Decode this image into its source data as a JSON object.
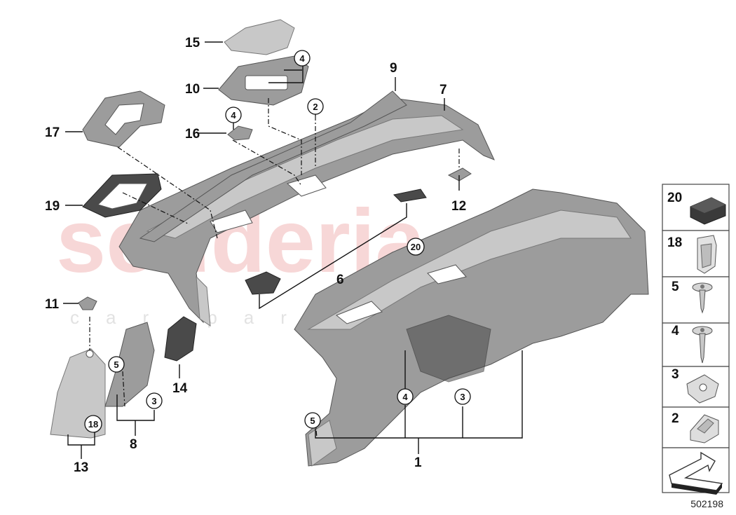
{
  "watermark": {
    "brand": "scuderia",
    "sub": "car parts"
  },
  "callouts": {
    "p1": "1",
    "p4a": "4",
    "p3a": "3",
    "p5a": "5",
    "p6": "6",
    "p7": "7",
    "p8": "8",
    "p9": "9",
    "p10": "10",
    "p11": "11",
    "p12": "12",
    "p13": "13",
    "p14": "14",
    "p15": "15",
    "p16": "16",
    "p17": "17",
    "p19": "19"
  },
  "circled": {
    "c4top": "4",
    "c2top": "2",
    "c4mid": "4",
    "c20": "20",
    "c5left": "5",
    "c3left": "3",
    "c18": "18",
    "c4bot": "4",
    "c3bot": "3",
    "c5bot": "5"
  },
  "legend": [
    {
      "num": "20",
      "icon": "pad-icon"
    },
    {
      "num": "18",
      "icon": "clip-icon"
    },
    {
      "num": "5",
      "icon": "screw-short-icon"
    },
    {
      "num": "4",
      "icon": "screw-long-icon"
    },
    {
      "num": "3",
      "icon": "nut-clip-icon"
    },
    {
      "num": "2",
      "icon": "spring-clip-icon"
    }
  ],
  "diagram_id": "502198"
}
